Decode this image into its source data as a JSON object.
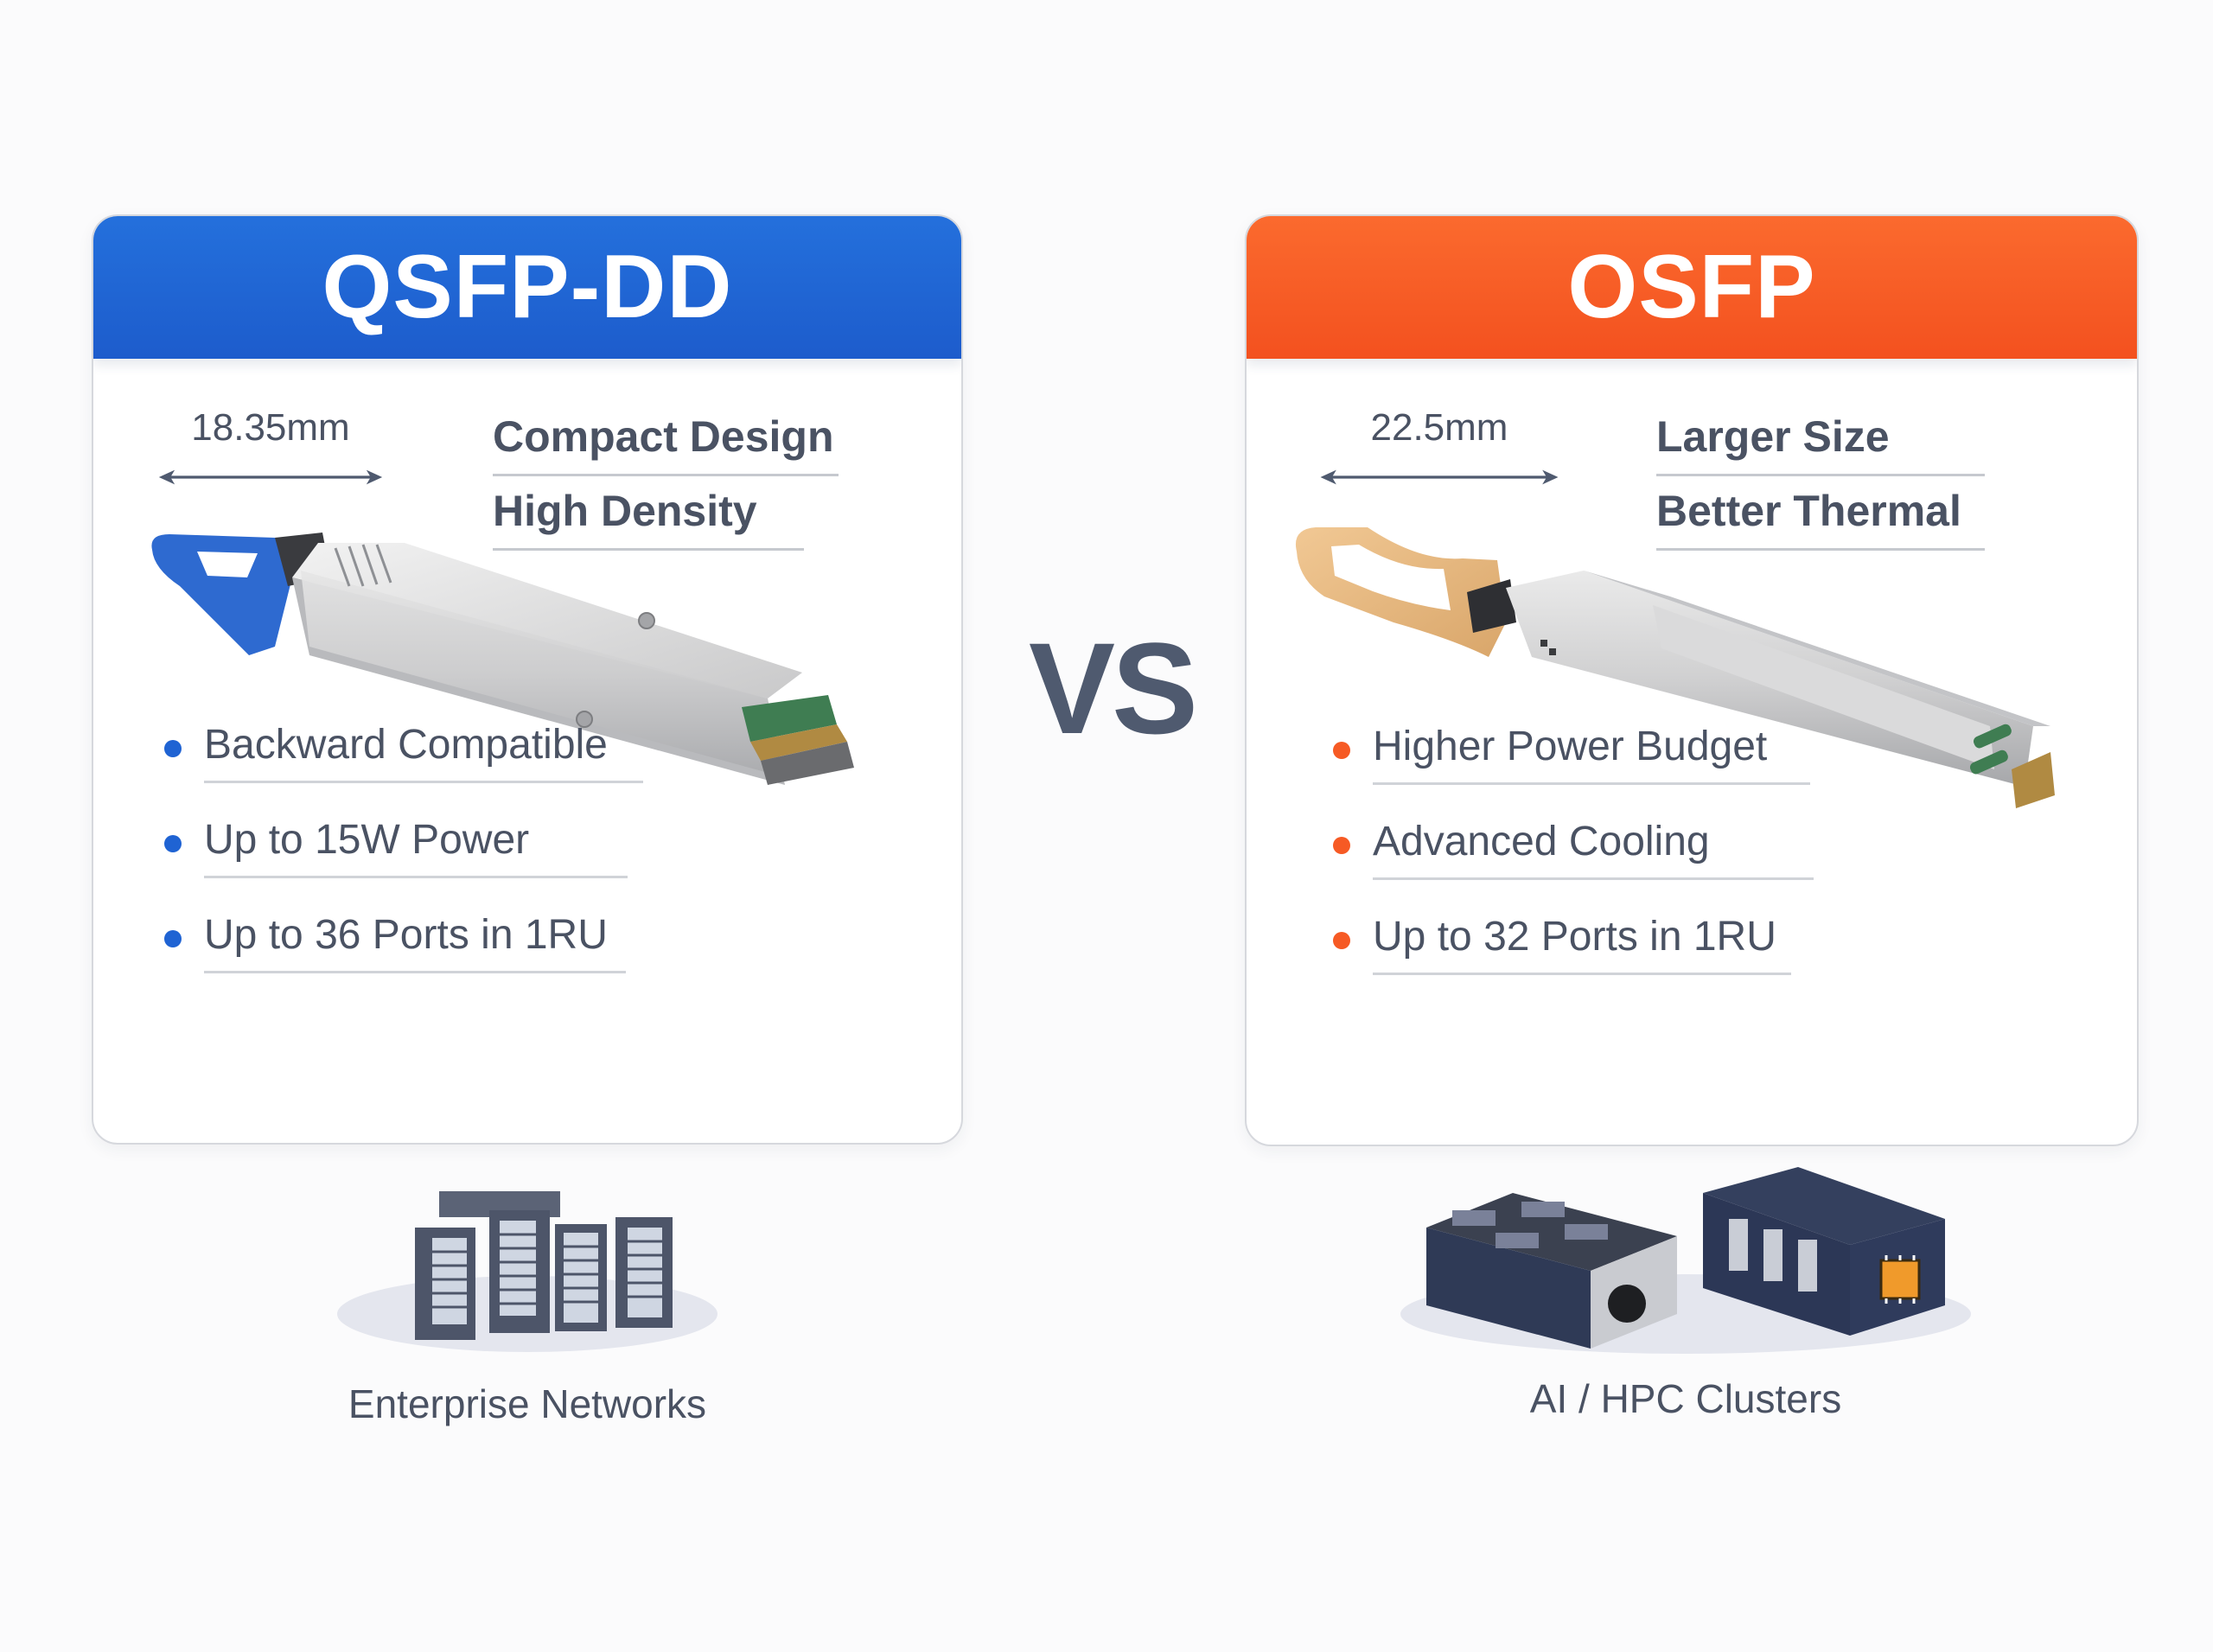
{
  "comparison": {
    "separator": "VS",
    "colors": {
      "qsfp_dd_accent": "#1f63d3",
      "osfp_accent": "#f65a24",
      "text": "#4a5263",
      "vs_text": "#4f5a6f"
    },
    "left": {
      "title": "QSFP-DD",
      "dimension": "18.35mm",
      "features": [
        "Compact Design",
        "High Density"
      ],
      "bullets": [
        "Backward Compatible",
        "Up to 15W Power",
        "Up to 36 Ports in 1RU"
      ],
      "module_icon": "qsfp-dd-transceiver-image",
      "use_case": {
        "icon": "server-racks-icon",
        "label": "Enterprise Networks"
      }
    },
    "right": {
      "title": "OSFP",
      "dimension": "22.5mm",
      "features": [
        "Larger Size",
        "Better Thermal"
      ],
      "bullets": [
        "Higher Power Budget",
        "Advanced Cooling",
        "Up to 32 Ports in 1RU"
      ],
      "module_icon": "osfp-transceiver-image",
      "use_case": {
        "icon": "ai-hpc-hardware-icon",
        "label": "AI / HPC Clusters"
      }
    }
  }
}
